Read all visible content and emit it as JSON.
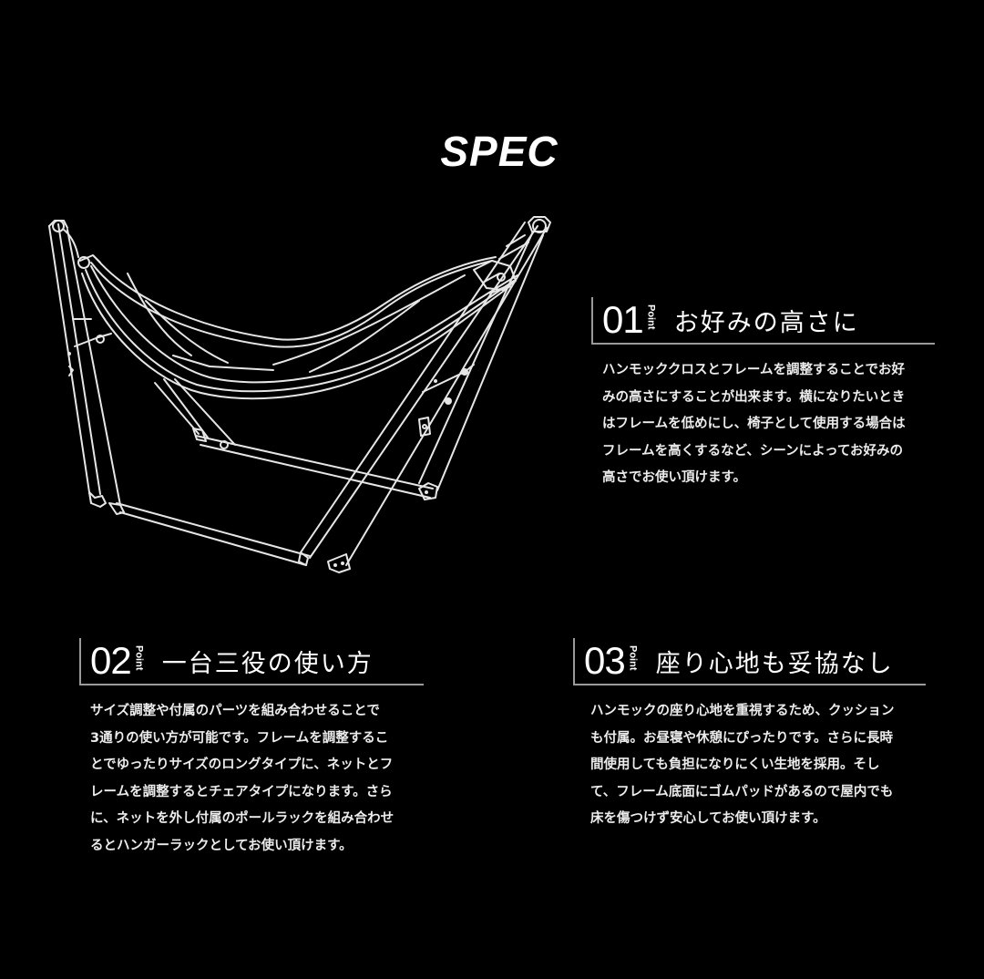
{
  "page": {
    "title": "SPEC",
    "background": "#000000",
    "text_color": "#ffffff",
    "rule_color": "#9a9a9a"
  },
  "illustration": {
    "subject": "hammock-frame-line-drawing",
    "description": "White line-art drawing of a self-standing hammock with folding frame"
  },
  "points": [
    {
      "number": "01",
      "tag": "Point",
      "title": "お好みの高さに",
      "body_lines": [
        "ハンモッククロスとフレームを調整することでお好",
        "みの高さにすることが出来ます。横になりたいとき",
        "はフレームを低めにし、椅子として使用する場合は",
        "フレームを高くするなど、シーンによってお好みの",
        "高さでお使い頂けます。"
      ],
      "body": "ハンモッククロスとフレームを調整することでお好\nみの高さにすることが出来ます。横になりたいとき\nはフレームを低めにし、椅子として使用する場合は\nフレームを高くするなど、シーンによってお好みの\n高さでお使い頂けます。"
    },
    {
      "number": "02",
      "tag": "Point",
      "title": "一台三役の使い方",
      "body_lines": [
        "サイズ調整や付属のパーツを組み合わせることで",
        "3通りの使い方が可能です。フレームを調整するこ",
        "とでゆったりサイズのロングタイプに、ネットとフ",
        "レームを調整するとチェアタイプになります。さら",
        "に、ネットを外し付属のポールラックを組み合わせ",
        "るとハンガーラックとしてお使い頂けます。"
      ],
      "body": "サイズ調整や付属のパーツを組み合わせることで\n3通りの使い方が可能です。フレームを調整するこ\nとでゆったりサイズのロングタイプに、ネットとフ\nレームを調整するとチェアタイプになります。さら\nに、ネットを外し付属のポールラックを組み合わせ\nるとハンガーラックとしてお使い頂けます。"
    },
    {
      "number": "03",
      "tag": "Point",
      "title": "座り心地も妥協なし",
      "body_lines": [
        "ハンモックの座り心地を重視するため、クッション",
        "も付属。お昼寝や休憩にぴったりです。さらに長時",
        "間使用しても負担になりにくい生地を採用。そし",
        "て、フレーム底面にゴムパッドがあるので屋内でも",
        "床を傷つけず安心してお使い頂けます。"
      ],
      "body": "ハンモックの座り心地を重視するため、クッション\nも付属。お昼寝や休憩にぴったりです。さらに長時\n間使用しても負担になりにくい生地を採用。そし\nて、フレーム底面にゴムパッドがあるので屋内でも\n床を傷つけず安心してお使い頂けます。"
    }
  ]
}
